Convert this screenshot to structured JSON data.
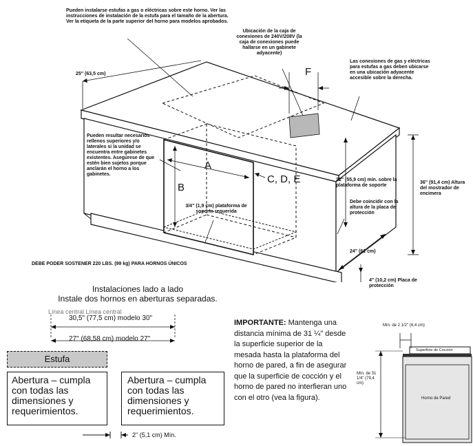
{
  "top_notes": {
    "range_note": "Pueden instalarse estufas a gas o eléctricas sobre este horno. Ver las instrucciones de instalación de la estufa para el tamaño de la abertura. Ver la etiqueta de la parte superior del horno para modelos aprobados.",
    "junction_box": "Ubicación de la caja de conexiones de 240V/208V (la caja de conexiones puede hallarse en un gabinete adyacente)",
    "connections": "Las conexiones de gas y eléctricas para estufas a gas deben ubicarse en una ubicación adyacente accesible sobre la derecha.",
    "fillers": "Pueden resultar necesarios rellenos superiores y/o laterales si la unidad se encuentra entre gabinetes existentes. Asegúrese de que estén bien sujetos porque anclarán el horno a los gabinetes."
  },
  "dimensions": {
    "depth_top": "25\" (63,5 cm)",
    "label_f": "F",
    "label_a": "A",
    "label_b": "B",
    "label_cde": "C, D, E",
    "min_above_platform": "22\" (55,9 cm) mín. sobre la plataforma de soporte",
    "counter_height": "36\" (91,4 cm) Altura del mostrador de encimera",
    "match_toe_kick": "Debe coincidir con la altura de la placa de protección",
    "platform": "3/4\" (1,9 cm) plataforma de soporte requerida",
    "depth_bottom": "24\" (61 cm)",
    "toe_kick": "4\" (10,2 cm) Placa de protección",
    "support_weight": "DEBE PODER SOSTENER 220 LBS. (99 kg) PARA HORNOS ÚNICOS"
  },
  "side_by_side": {
    "title_line1": "Instalaciones lado a lado",
    "title_line2": "Instale dos hornos en aberturas separadas.",
    "centerlines": "Línea central Línea central",
    "dim_30": "30,5\" (77,5 cm) modelo 30\"",
    "dim_27": "27\" (68,58 cm) modelo 27\"",
    "range_label": "Estufa",
    "opening_left": "Abertura – cumpla con todas las dimensiones y requerimientos.",
    "opening_right": "Abertura – cumpla con todas las dimensiones y requerimientos.",
    "min_gap": "2\" (5,1 cm) Mín."
  },
  "important": {
    "lead": "IMPORTANTE:",
    "body": "Mantenga una distancia mínima de 31 ¼\" desde la superficie superior de la mesada hasta la plataforma del horno de pared, a fin de asegurar que la superficie de cocción y el horno de pared no interfieran uno con el otro (vea la figura)."
  },
  "small_figure": {
    "min_top": "Mín. de 2 1/2\" (6,4 cm)",
    "cooktop": "Superficie de Cocción",
    "min_height": "Mín. de 31 1/4\" (79,4 cm)",
    "wall_oven": "Horno de Pared"
  }
}
